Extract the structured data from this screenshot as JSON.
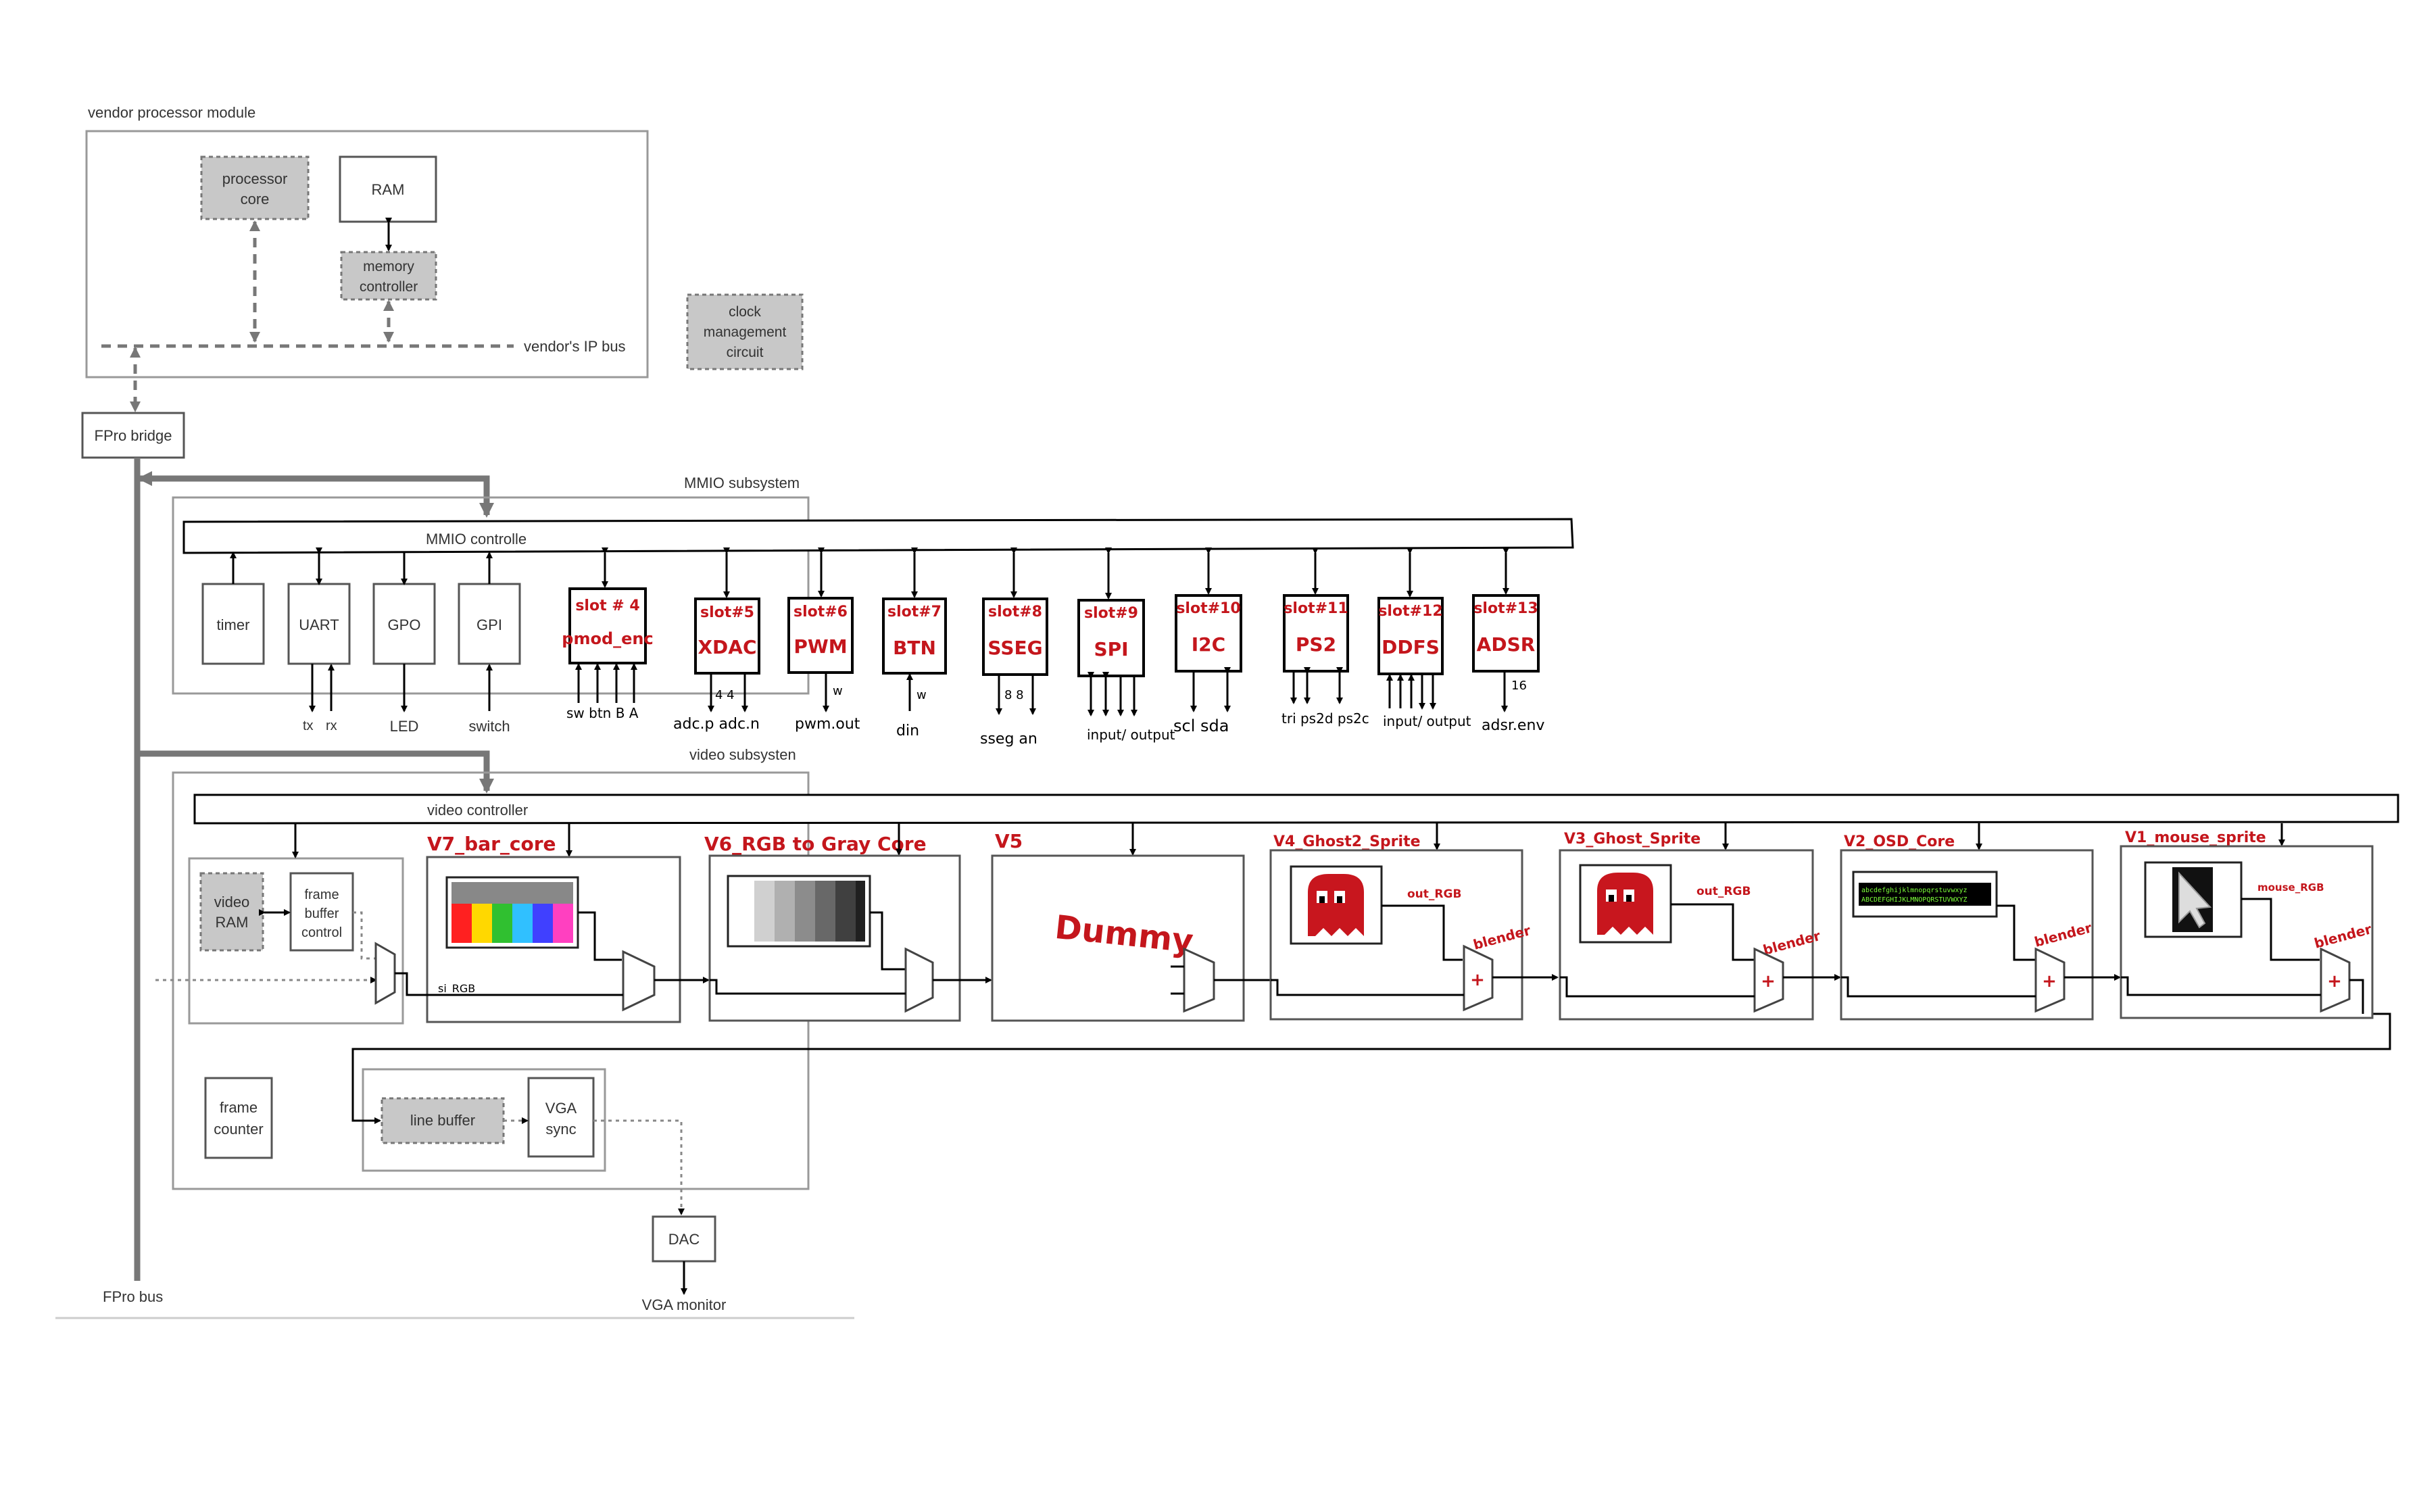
{
  "processor_module": {
    "title": "vendor processor module",
    "processor_core": [
      "processor",
      "core"
    ],
    "ram": "RAM",
    "memory_controller": [
      "memory",
      "controller"
    ],
    "ip_bus": "vendor's  IP bus",
    "clock": [
      "clock",
      "management",
      "circuit"
    ]
  },
  "fpro_bridge": "FPro bridge",
  "fpro_bus": "FPro bus",
  "mmio": {
    "title": "MMIO subsystem",
    "controller": "MMIO controlle",
    "cores": [
      "timer",
      "UART",
      "GPO",
      "GPI"
    ],
    "uart_pins": [
      "tx",
      "rx"
    ],
    "gpo_pin": "LED",
    "gpi_pin": "switch"
  },
  "slots": [
    {
      "slot": "slot # 4",
      "name": "pmod_enc",
      "pins": "sw btn B  A"
    },
    {
      "slot": "slot#5",
      "name": "XDAC",
      "pins": "adc.p   adc.n",
      "widths": "4     4"
    },
    {
      "slot": "slot#6",
      "name": "PWM",
      "pins": "pwm.out",
      "widths": "w"
    },
    {
      "slot": "slot#7",
      "name": "BTN",
      "pins": "din",
      "widths": "w"
    },
    {
      "slot": "slot#8",
      "name": "SSEG",
      "pins": "sseg   an",
      "widths": "8     8"
    },
    {
      "slot": "slot#9",
      "name": "SPI",
      "pins": "input/ output"
    },
    {
      "slot": "slot#10",
      "name": "I2C",
      "pins": "scl    sda"
    },
    {
      "slot": "slot#11",
      "name": "PS2",
      "pins": "tri ps2d  ps2c"
    },
    {
      "slot": "slot#12",
      "name": "DDFS",
      "pins": "input/ output"
    },
    {
      "slot": "slot#13",
      "name": "ADSR",
      "pins": "adsr.env",
      "widths": "16"
    }
  ],
  "video": {
    "title": "video subsysten",
    "controller": "video  controller",
    "video_ram": [
      "video",
      "RAM"
    ],
    "frame_buffer": [
      "frame",
      "buffer",
      "control"
    ],
    "frame_counter": [
      "frame",
      "counter"
    ],
    "line_buffer": "line buffer",
    "vga_sync": [
      "VGA",
      "sync"
    ],
    "dac": "DAC",
    "monitor": "VGA monitor",
    "si_rgb": "si_RGB"
  },
  "video_cores": [
    {
      "title": "V7_bar_core"
    },
    {
      "title": "V6_RGB to Gray Core"
    },
    {
      "title": "V5",
      "body": "Dummy"
    },
    {
      "title": "V4_Ghost2_Sprite",
      "out": "out_RGB",
      "blend": "blender"
    },
    {
      "title": "V3_Ghost_Sprite",
      "out": "out_RGB",
      "blend": "blender"
    },
    {
      "title": "V2_OSD_Core",
      "blend": "blender",
      "osd_lines": [
        "abcdefghijklmnopqrstuvwxyz",
        "ABCDEFGHIJKLMNOPQRSTUVWXYZ"
      ]
    },
    {
      "title": "V1_mouse_sprite",
      "out": "mouse_RGB",
      "blend": "blender"
    }
  ],
  "colors": {
    "annotation_red": "#c4161c",
    "core_grey": "#c8c8c8",
    "line_grey": "#777777",
    "ghost_red": "#c8161e",
    "osd_green": "#7dff3a"
  }
}
